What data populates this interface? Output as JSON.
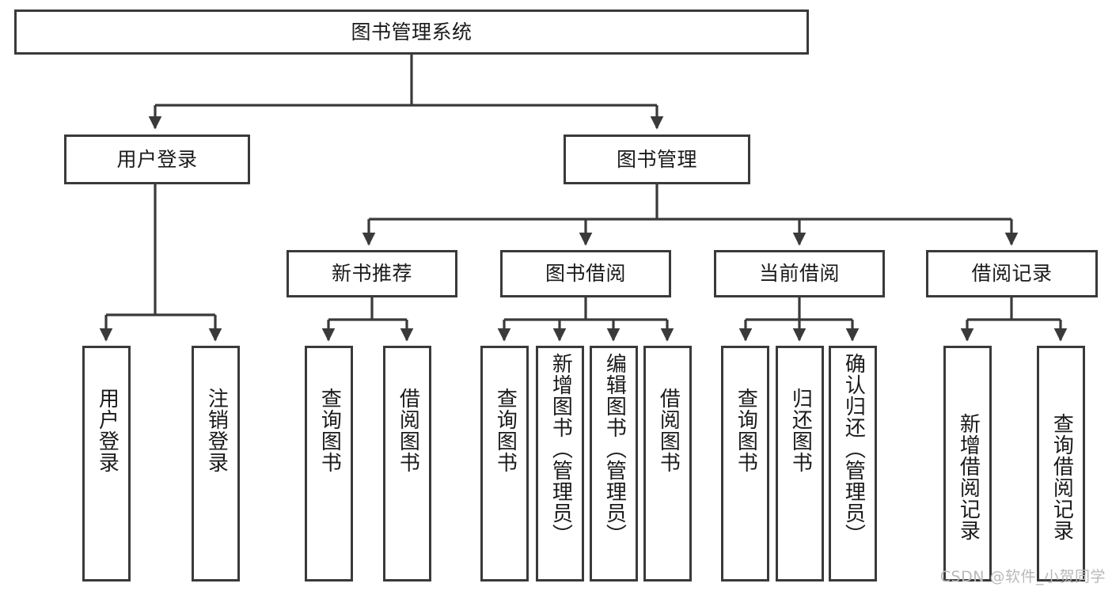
{
  "diagram": {
    "title": "图书管理系统",
    "watermark": "CSDN @软件_小贺同学",
    "stroke_color": "#3a3a3a",
    "fill_color": "#ffffff",
    "text_color": "#1a1a1a",
    "watermark_color": "#b9b9b9"
  },
  "nodes": {
    "root": {
      "label": "图书管理系统"
    },
    "level2": [
      {
        "label": "用户登录"
      },
      {
        "label": "图书管理"
      }
    ],
    "level3": [
      {
        "label": "新书推荐"
      },
      {
        "label": "图书借阅"
      },
      {
        "label": "当前借阅"
      },
      {
        "label": "借阅记录"
      }
    ],
    "leaves": {
      "user_login": [
        {
          "label": "用户登录"
        },
        {
          "label": "注销登录"
        }
      ],
      "new_book_recommend": [
        {
          "label": "查询图书"
        },
        {
          "label": "借阅图书"
        }
      ],
      "book_borrow": [
        {
          "label": "查询图书"
        },
        {
          "label": "新增图书（管理员）"
        },
        {
          "label": "编辑图书（管理员）"
        },
        {
          "label": "借阅图书"
        }
      ],
      "current_borrow": [
        {
          "label": "查询图书"
        },
        {
          "label": "归还图书"
        },
        {
          "label": "确认归还（管理员）"
        }
      ],
      "borrow_record": [
        {
          "label": "新增借阅记录"
        },
        {
          "label": "查询借阅记录"
        }
      ]
    }
  }
}
